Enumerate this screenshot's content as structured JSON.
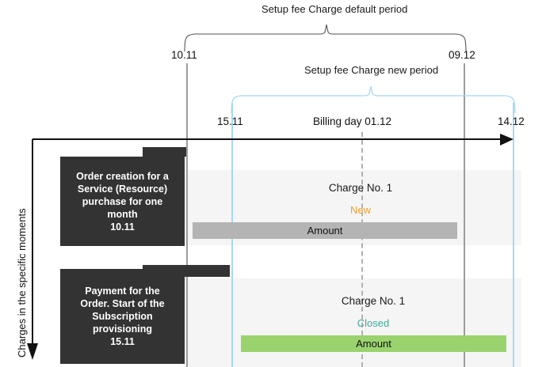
{
  "diagram": {
    "y_axis_label": "Charges in the specific moments",
    "braces": [
      {
        "name": "default-period",
        "title": "Setup fee Charge default period",
        "color": "#555555",
        "start_date": "10.11",
        "end_date": "09.12"
      },
      {
        "name": "new-period",
        "title": "Setup fee Charge new period",
        "color": "#a8d8f0",
        "start_date": "15.11",
        "end_date": "14.12"
      }
    ],
    "timeline": {
      "billing_day_label": "Billing day 01.12",
      "arrow_end_date": "14.12"
    },
    "rows": [
      {
        "name": "order-creation",
        "event": {
          "lines": [
            "Order creation for a",
            "Service (Resource)",
            "purchase for one",
            "month",
            "10.11"
          ]
        },
        "charge": {
          "title": "Charge No. 1",
          "status": "New",
          "status_color": "#f0a030",
          "amount_label": "Amount",
          "amount_color": "#b4b4b4"
        }
      },
      {
        "name": "payment-subscription-start",
        "event": {
          "lines": [
            "Payment for the",
            "Order. Start of the",
            "Subscription",
            "provisioning",
            "15.11"
          ]
        },
        "charge": {
          "title": "Charge No. 1",
          "status": "Closed",
          "status_color": "#3fa89b",
          "amount_label": "Amount",
          "amount_color": "#9ad36e"
        }
      }
    ]
  }
}
